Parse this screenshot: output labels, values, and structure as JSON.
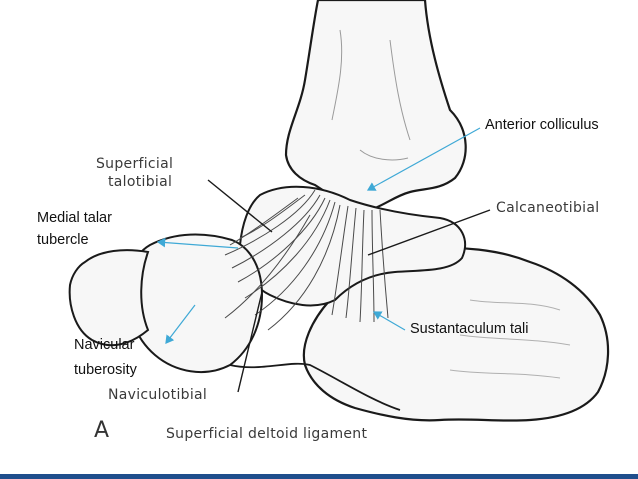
{
  "colors": {
    "bone_fill": "#f7f7f7",
    "line": "#1a1a1a",
    "pointer": "#3fa9d6",
    "bottom_bar": "#1f4e8c"
  },
  "labels": {
    "superficial_talotibial": [
      "Superficial",
      "talotibial"
    ],
    "calcaneotibial": "Calcaneotibial",
    "naviculotibial": "Naviculotibial",
    "panel_letter": "A",
    "caption": "Superficial deltoid ligament"
  },
  "annotations": {
    "anterior_colliculus": "Anterior colliculus",
    "medial_talar_tubercle": [
      "Medial talar",
      "tubercle"
    ],
    "sustantaculum_tali": "Sustantaculum tali",
    "navicular_tuberosity": [
      "Navicular",
      "tuberosity"
    ]
  }
}
